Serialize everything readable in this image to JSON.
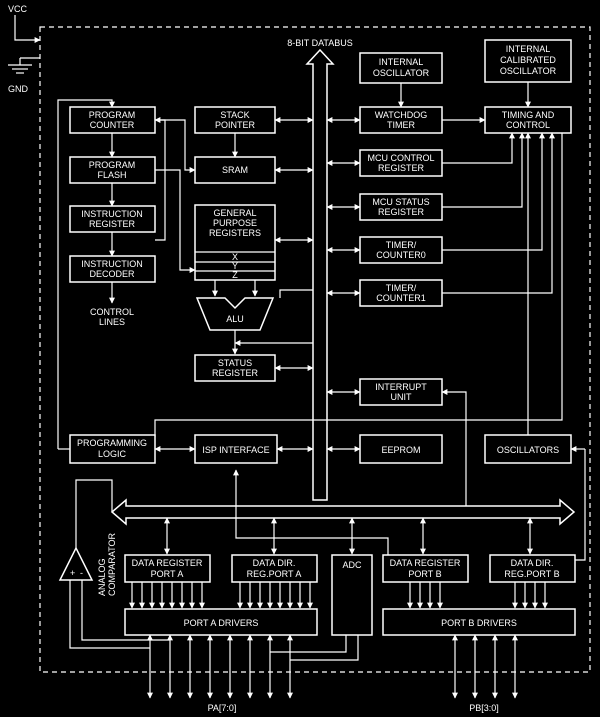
{
  "diagram": {
    "power": {
      "vcc": "VCC",
      "gnd": "GND"
    },
    "databus_label": "8-BIT DATABUS",
    "blocks": {
      "program_counter": [
        "PROGRAM",
        "COUNTER"
      ],
      "program_flash": [
        "PROGRAM",
        "FLASH"
      ],
      "instruction_register": [
        "INSTRUCTION",
        "REGISTER"
      ],
      "instruction_decoder": [
        "INSTRUCTION",
        "DECODER"
      ],
      "control_lines": [
        "CONTROL",
        "LINES"
      ],
      "stack_pointer": [
        "STACK",
        "POINTER"
      ],
      "sram": [
        "SRAM"
      ],
      "gp_registers": [
        "GENERAL",
        "PURPOSE",
        "REGISTERS"
      ],
      "reg_x": "X",
      "reg_y": "Y",
      "reg_z": "Z",
      "alu": "ALU",
      "status_register": [
        "STATUS",
        "REGISTER"
      ],
      "internal_oscillator": [
        "INTERNAL",
        "OSCILLATOR"
      ],
      "internal_calibrated_oscillator": [
        "INTERNAL",
        "CALIBRATED",
        "OSCILLATOR"
      ],
      "watchdog_timer": [
        "WATCHDOG",
        "TIMER"
      ],
      "timing_control": [
        "TIMING AND",
        "CONTROL"
      ],
      "mcu_control_register": [
        "MCU CONTROL",
        "REGISTER"
      ],
      "mcu_status_register": [
        "MCU STATUS",
        "REGISTER"
      ],
      "timer0": [
        "TIMER/",
        "COUNTER0"
      ],
      "timer1": [
        "TIMER/",
        "COUNTER1"
      ],
      "interrupt_unit": [
        "INTERRUPT",
        "UNIT"
      ],
      "programming_logic": [
        "PROGRAMMING",
        "LOGIC"
      ],
      "isp_interface": [
        "ISP INTERFACE"
      ],
      "eeprom": [
        "EEPROM"
      ],
      "oscillators": [
        "OSCILLATORS"
      ],
      "data_reg_a": [
        "DATA REGISTER",
        "PORT A"
      ],
      "data_dir_a": [
        "DATA DIR.",
        "REG.PORT A"
      ],
      "adc": [
        "ADC"
      ],
      "data_reg_b": [
        "DATA REGISTER",
        "PORT B"
      ],
      "data_dir_b": [
        "DATA DIR.",
        "REG.PORT B"
      ],
      "port_a_drivers": [
        "PORT A DRIVERS"
      ],
      "port_b_drivers": [
        "PORT B DRIVERS"
      ],
      "analog_comparator": [
        "ANALOG",
        "COMPARATOR"
      ]
    },
    "comparator_plus": "+",
    "comparator_minus": "-",
    "pins": {
      "port_a": "PA[7:0]",
      "port_b": "PB[3:0]"
    }
  }
}
